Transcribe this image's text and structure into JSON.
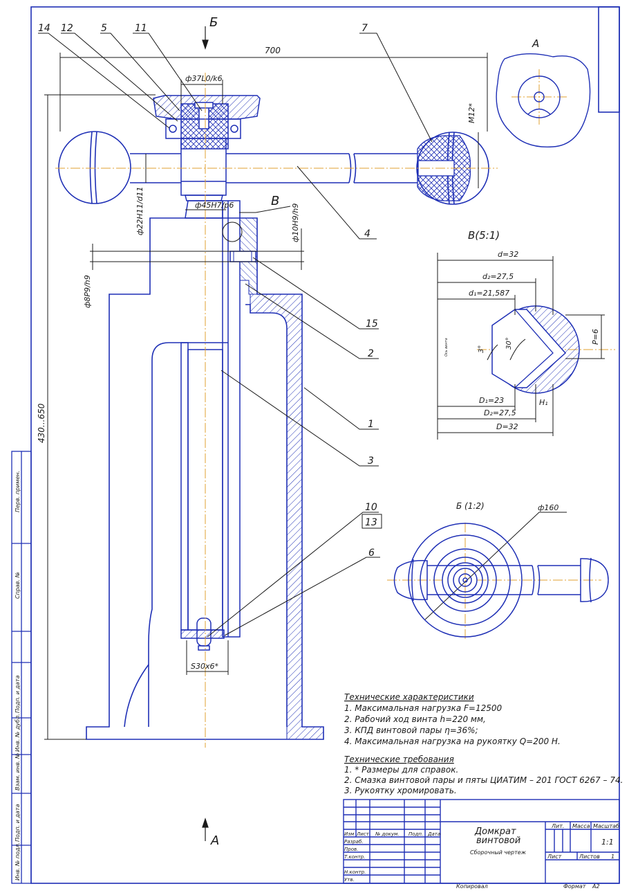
{
  "views": {
    "view_b_marker": "Б",
    "view_a_marker": "А",
    "view_a_title": "А",
    "detail_v_label": "В",
    "detail_v_title": "В(5:1)",
    "section_b_title": "Б (1:2)"
  },
  "dimensions": {
    "overall_width": "700",
    "overall_height": "430...650",
    "fit_top": "ф37L0/k6",
    "fit_body": "ф45H7/p6",
    "handle_dia": "ф22H11/d11",
    "pin_fit": "ф10H9/h9",
    "pin_fit2": "ф8P9/h9",
    "handle_thread": "M12*",
    "bottom_key": "S30x6*",
    "section_dia": "ф160"
  },
  "thread_detail": {
    "d": "d=32",
    "d2": "d₂=27,5",
    "d1": "d₁=21,587",
    "D1": "D₁=23",
    "D2": "D₂=27,5",
    "D": "D=32",
    "pitch": "P=6",
    "angle_small": "3°",
    "angle_big": "30°",
    "h1": "H₁",
    "axis_note": "Ось винта"
  },
  "callouts": [
    "14",
    "12",
    "5",
    "11",
    "7",
    "4",
    "15",
    "2",
    "1",
    "3",
    "10",
    "13",
    "6"
  ],
  "tech_characteristics": {
    "heading": "Технические характеристики",
    "lines": [
      "1. Максимальная нагрузка F=12500",
      "2. Рабочий ход винта h=220 мм,",
      "3. КПД винтовой пары η=36%;",
      "4. Максимальная нагрузка на рукоятку Q=200 Н."
    ]
  },
  "tech_requirements": {
    "heading": "Технические требования",
    "lines": [
      "1. * Размеры для справок.",
      "2. Смазка винтовой  пары и пяты ЦИАТИМ – 201 ГОСТ 6267 – 74.",
      "3. Рукоятку хромировать."
    ]
  },
  "title_block": {
    "title_line1": "Домкрат",
    "title_line2": "винтовой",
    "doc_type": "Сборочный чертеж",
    "col_izm": "Изм",
    "col_list": "Лист",
    "col_docnum": "№ докум.",
    "col_sign": "Подп.",
    "col_date": "Дата",
    "row_razrab": "Разраб.",
    "row_prov": "Пров.",
    "row_tkontr": "Т.контр.",
    "row_nkontr": "Н.контр.",
    "row_utv": "Утв.",
    "lit": "Лит.",
    "mass": "Масса",
    "scale_label": "Масштаб",
    "scale_value": "1:1",
    "sheet_label": "Лист",
    "sheets_label": "Листов",
    "sheets_value": "1",
    "copied": "Копировал",
    "format": "Формат",
    "format_value": "А2"
  },
  "side_stamp": {
    "perv_primen": "Перв. примен.",
    "sprav_no": "Справ. №",
    "podp_data1": "Подп. и дата",
    "inv_dubl": "Инв. № дубл.",
    "vzam_inv": "Взам. инв. №",
    "podp_data2": "Подп. и дата",
    "inv_podl": "Инв. № подл."
  },
  "colors": {
    "outline": "#1e2fb5",
    "centerline": "#e0a030",
    "dimension": "#1a1a1a",
    "hatch": "#1e2fb5"
  }
}
